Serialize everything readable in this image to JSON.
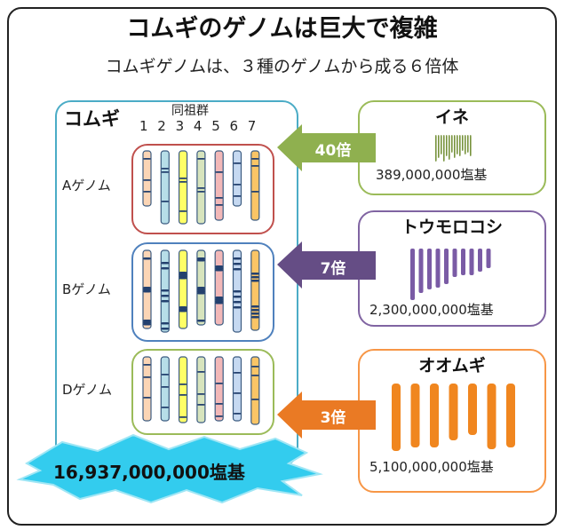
{
  "title": "コムギのゲノムは巨大で複雑",
  "subtitle": "コムギゲノムは、３種のゲノムから成る６倍体",
  "wheat": {
    "label": "コムギ",
    "group_label": "同祖群",
    "columns": [
      "1",
      "2",
      "3",
      "4",
      "5",
      "6",
      "7"
    ],
    "genomes": [
      {
        "label": "Aゲノム",
        "color": "#c0504d"
      },
      {
        "label": "Bゲノム",
        "color": "#4f81bd"
      },
      {
        "label": "Dゲノム",
        "color": "#9bbb59"
      }
    ],
    "chrom_colors": [
      "#fbd5b5",
      "#b7dee8",
      "#ffff66",
      "#d7e4bd",
      "#f2b8b8",
      "#c6d9f1",
      "#fac566"
    ],
    "total": "16,937,000,000塩基"
  },
  "species": [
    {
      "name": "イネ",
      "size": "389,000,000塩基",
      "ratio": "40倍",
      "color": "#9bbb59",
      "arrow": "#8aab4a"
    },
    {
      "name": "トウモロコシ",
      "size": "2,300,000,000塩基",
      "ratio": "7倍",
      "color": "#8064a2",
      "arrow": "#5f497a"
    },
    {
      "name": "オオムギ",
      "size": "5,100,000,000塩基",
      "ratio": "3倍",
      "color": "#f79646",
      "arrow": "#e46c0a"
    }
  ]
}
